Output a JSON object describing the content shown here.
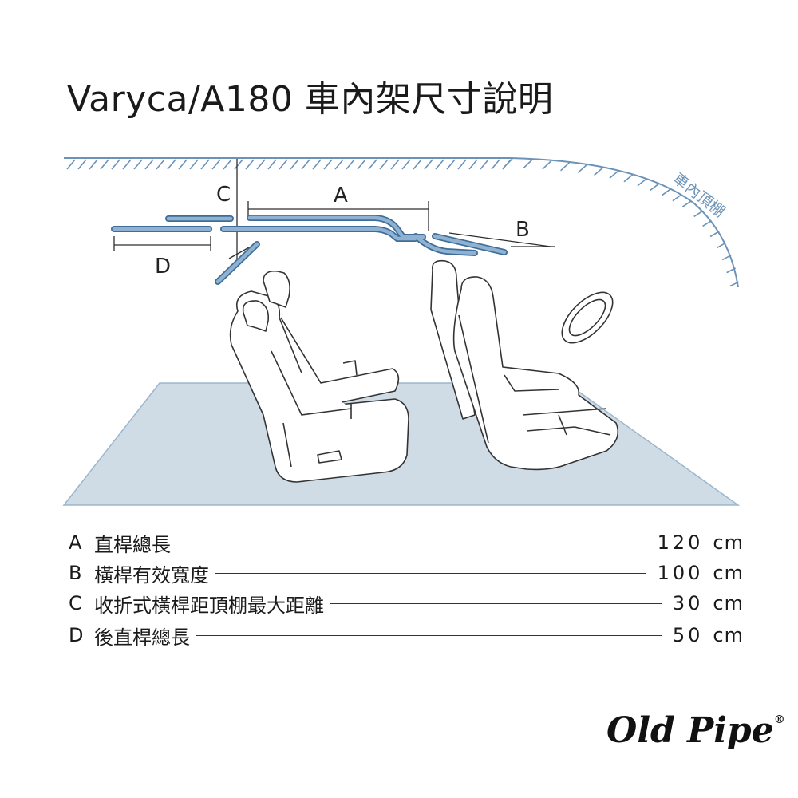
{
  "title": "Varyca/A180 車內架尺寸說明",
  "diagram": {
    "roof_label": "車內頂棚",
    "labels": {
      "a": "A",
      "b": "B",
      "c": "C",
      "d": "D"
    },
    "colors": {
      "rail": "#7ea3c7",
      "rail_edge": "#3f6d98",
      "floor": "#cfdbe5",
      "line": "#2e2e2e",
      "roof": "#6b93b8"
    }
  },
  "specs": [
    {
      "letter": "A",
      "label": "直桿總長",
      "value": "120",
      "unit": "cm"
    },
    {
      "letter": "B",
      "label": "橫桿有效寬度",
      "value": "100",
      "unit": "cm"
    },
    {
      "letter": "C",
      "label": "收折式橫桿距頂棚最大距離",
      "value": "30",
      "unit": "cm"
    },
    {
      "letter": "D",
      "label": "後直桿總長",
      "value": "50",
      "unit": "cm"
    }
  ],
  "brand": {
    "name": "Old Pipe",
    "mark": "®"
  }
}
